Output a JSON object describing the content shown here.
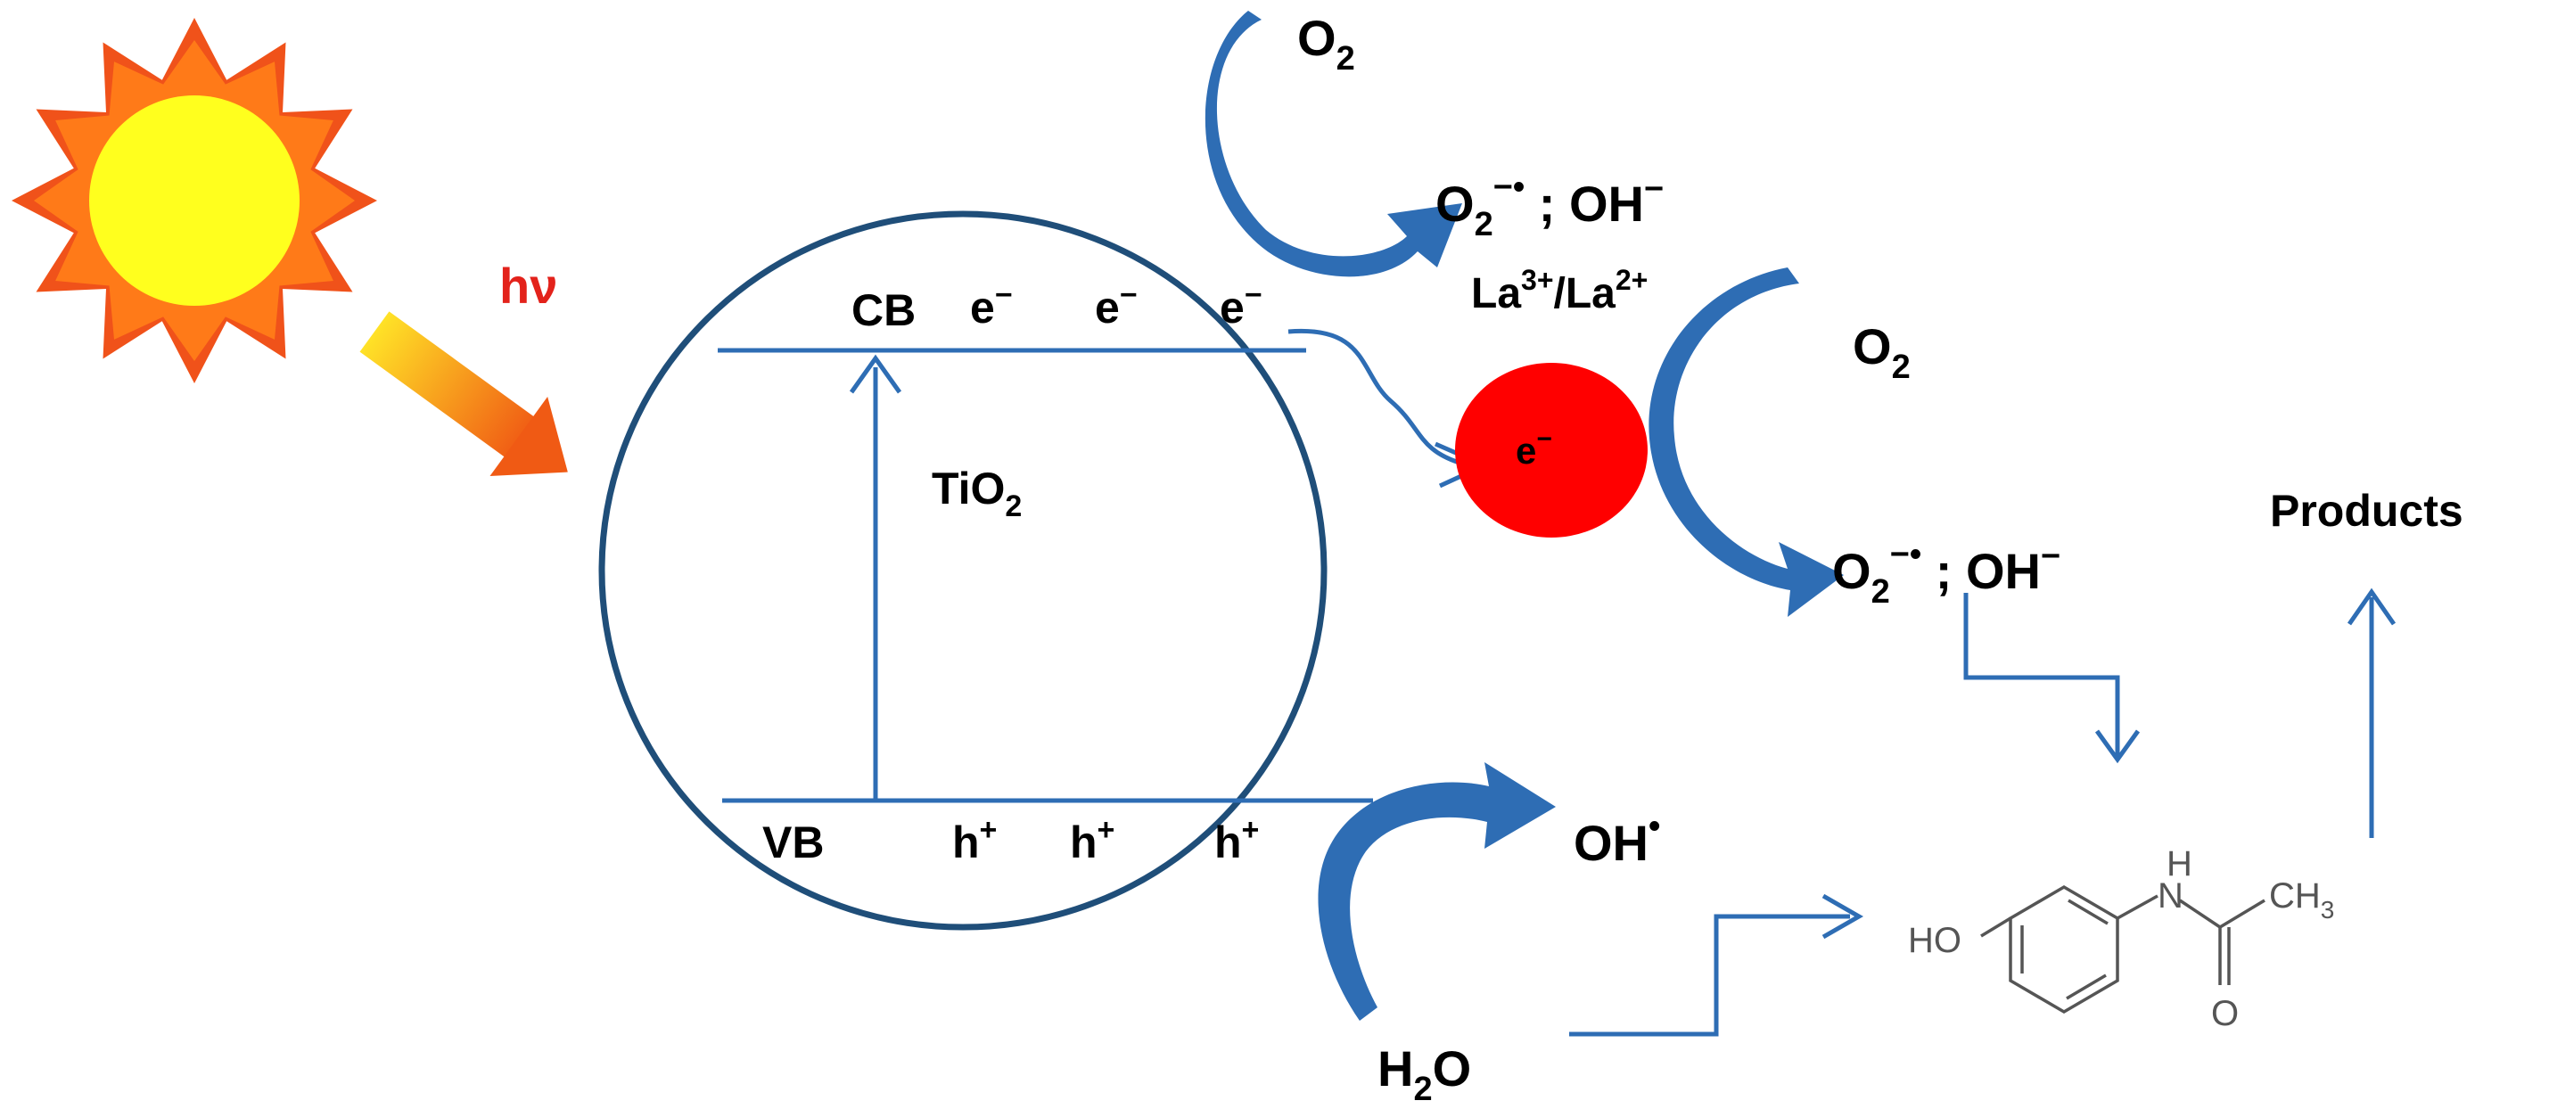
{
  "colors": {
    "blue": "#2E6DB4",
    "dark_blue": "#1F4E79",
    "sun_outer": "#F0521A",
    "sun_ray": "#FF7A18",
    "sun_core": "#FFFF1E",
    "red_dot": "#FF0000",
    "hv_text": "#E3221B",
    "ray_start": "#FFE227",
    "ray_end": "#F05A14"
  },
  "icons": {
    "sun": "sun-icon",
    "molecule": "paracetamol-structure-icon"
  },
  "labels": {
    "hv": "hν",
    "cb": "CB",
    "vb": "VB",
    "e": "e",
    "minus": "−",
    "h": "h",
    "plus": "+",
    "tio2_main": "TiO",
    "two": "2",
    "o_main": "O",
    "superoxide_sup": "−•",
    "separator": " ; ",
    "oh_main": "OH",
    "radical_dot": "•",
    "la_main": "La",
    "la3_sup": "3+",
    "slash": "/",
    "la2_sup": "2+",
    "h_main": "H",
    "water_o": "O",
    "products": "Products",
    "mol_ho": "HO",
    "mol_nh": "N",
    "mol_h": "H",
    "mol_o": "O",
    "mol_ch": "CH",
    "mol_3": "3"
  }
}
